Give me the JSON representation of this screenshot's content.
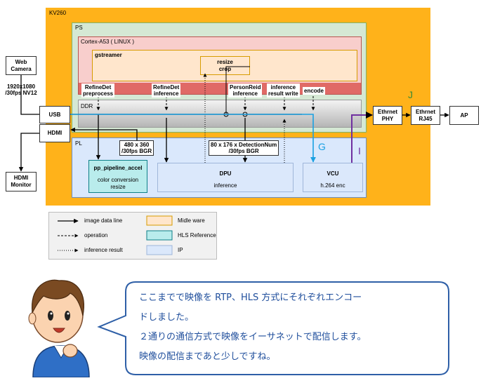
{
  "colors": {
    "kv260": "#ffb21a",
    "ps": "#d5e8d4",
    "cortex": "#f8cecc",
    "ddr": "#d4d4d4",
    "pl": "#dae8fc",
    "middleware": "#ffe6cc",
    "hls": "#b9ecec",
    "ip": "#dbe8fb",
    "line_blue": "#1ba1e2",
    "line_purple": "#7030a0"
  },
  "diagram": {
    "kv260": "KV260",
    "ps": "PS",
    "cortex": "Cortex-A53 ( LINUX )",
    "gstreamer": "gstreamer",
    "resize_crop": "resize\ncrop",
    "ddr": "DDR",
    "pl": "PL",
    "web_camera": "Web\nCamera",
    "cam_format": "1920x1080\n/30fps NV12",
    "usb": "USB",
    "hdmi": "HDMI",
    "hdmi_monitor": "HDMI\nMonitor",
    "refinedet_pre": "RefineDet\npreprocess",
    "refinedet_inf": "RefineDet\ninference",
    "personreid_inf": "PersonReid\ninference",
    "inference_write": "inference\nresult write",
    "encode": "encode",
    "size_480": "480 x 360\n/30fps BGR",
    "size_80": "80 x 176 x DetectionNum\n/30fps BGR",
    "pp_title": "pp_pipeline_accel",
    "pp_sub": "color conversion\nresize",
    "dpu_title": "DPU",
    "dpu_sub": "inference",
    "vcu_title": "VCU",
    "vcu_sub": "h.264 enc",
    "eth_phy": "Ethrnet\nPHY",
    "eth_rj45": "Ethrnet\nRJ45",
    "ap": "AP",
    "mark_j": "J",
    "mark_g": "G",
    "mark_i": "I"
  },
  "legend": {
    "image_line": "image data line",
    "operation": "operation",
    "inference_result": "inference result",
    "middleware": "Midle ware",
    "hls_reference": "HLS Reference",
    "ip": "IP"
  },
  "speech": {
    "line1": "ここまでで映像を RTP、HLS 方式にそれぞれエンコー",
    "line2": "ドしました。",
    "line3": "２通りの通信方式で映像をイーサネットで配信します。",
    "line4": "映像の配信まであと少しですね。"
  }
}
